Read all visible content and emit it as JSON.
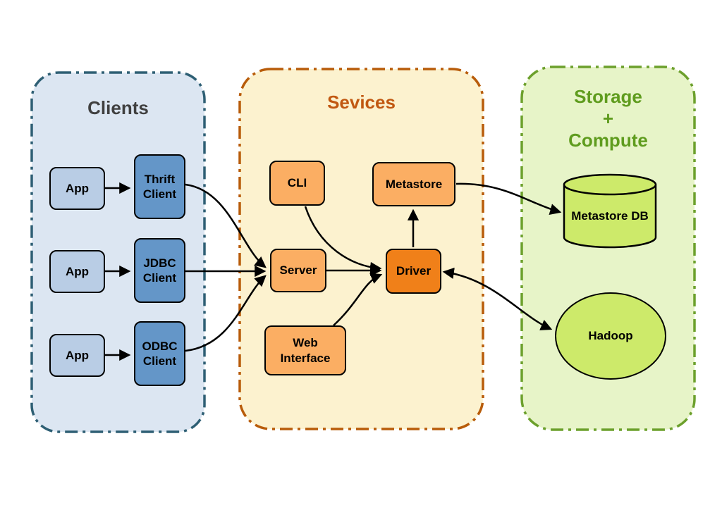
{
  "groups": {
    "clients": {
      "title": "Clients"
    },
    "services": {
      "title": "Sevices"
    },
    "storage": {
      "title": "Storage\n+\nCompute"
    }
  },
  "nodes": {
    "app1": {
      "label": "App"
    },
    "app2": {
      "label": "App"
    },
    "app3": {
      "label": "App"
    },
    "thrift_client": {
      "label": "Thrift Client"
    },
    "jdbc_client": {
      "label": "JDBC Client"
    },
    "odbc_client": {
      "label": "ODBC Client"
    },
    "cli": {
      "label": "CLI"
    },
    "metastore": {
      "label": "Metastore"
    },
    "server": {
      "label": "Server"
    },
    "driver": {
      "label": "Driver"
    },
    "web_interface": {
      "label": "Web Interface"
    },
    "metastore_db": {
      "label": "Metastore DB"
    },
    "hadoop": {
      "label": "Hadoop"
    }
  },
  "colors": {
    "clients_fill": "#dce6f2",
    "clients_border": "#2e5f74",
    "clients_title": "#404040",
    "services_fill": "#fcf2cf",
    "services_border": "#b85c0a",
    "services_title": "#c15811",
    "storage_fill": "#e7f4c8",
    "storage_border": "#6ca02c",
    "storage_title": "#5f9c1e",
    "app_box_fill": "#b9cde5",
    "client_box_fill": "#6496c8",
    "service_box_fill": "#fbae63",
    "driver_box_fill": "#f08019",
    "storage_shape_fill": "#cdea6a",
    "arrow_color": "#000000"
  }
}
